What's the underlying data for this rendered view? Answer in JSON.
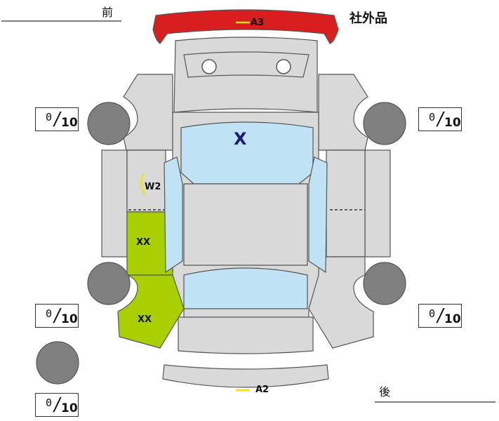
{
  "labels": {
    "front": "前",
    "rear": "後",
    "aftermarket": "社外品"
  },
  "marks": {
    "front_bumper": "A3",
    "rear_bumper": "A2",
    "left_pillar": "W2",
    "front_left_door": "XX",
    "rear_left_door": "XX",
    "windshield": "X"
  },
  "tires": {
    "front_left": {
      "value": "0",
      "denominator": "10"
    },
    "front_right": {
      "value": "0",
      "denominator": "10"
    },
    "rear_left": {
      "value": "0",
      "denominator": "10"
    },
    "rear_right": {
      "value": "0",
      "denominator": "10"
    },
    "spare": {
      "value": "0",
      "denominator": "10"
    }
  },
  "colors": {
    "body": "#d9d9d9",
    "glass": "#bfe3f5",
    "damage_green": "#a8d000",
    "damage_red": "#d81e1e",
    "tire": "#808080",
    "highlight_yellow": "#f2e600"
  }
}
